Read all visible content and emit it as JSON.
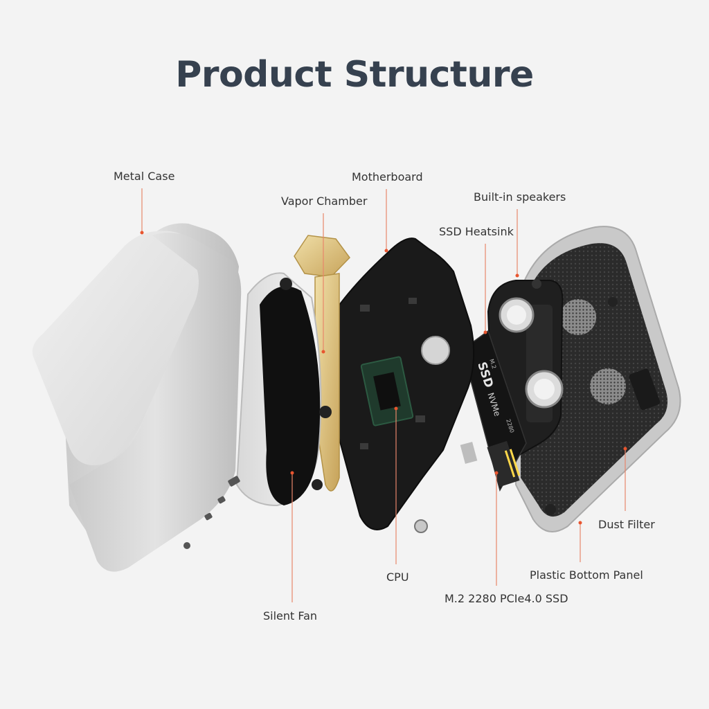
{
  "title": "Product Structure",
  "labels": {
    "metal_case": "Metal Case",
    "motherboard": "Motherboard",
    "vapor_chamber": "Vapor Chamber",
    "built_in_speakers": "Built-in speakers",
    "ssd_heatsink": "SSD Heatsink",
    "dust_filter": "Dust Filter",
    "plastic_bottom_panel": "Plastic Bottom Panel",
    "cpu": "CPU",
    "ssd": "M.2 2280 PCIe4.0 SSD",
    "silent_fan": "Silent Fan"
  },
  "ssd_print": {
    "line1": "SSD",
    "line2": "NVMe",
    "line3": "2280",
    "line4": "M.2"
  },
  "colors": {
    "title": "#36414f",
    "leader": "#e8866a",
    "dot": "#e8552f",
    "background": "#f3f3f3"
  }
}
